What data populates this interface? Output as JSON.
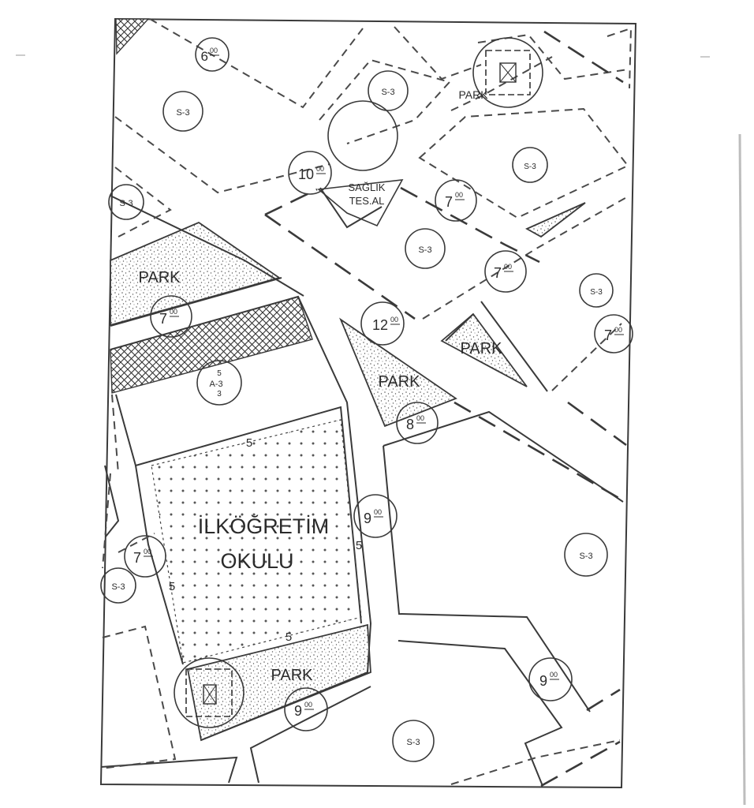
{
  "map": {
    "zones_s3": [
      "S-3",
      "S-3",
      "S-3",
      "S-3",
      "S-3",
      "S-3",
      "S-3",
      "S-3",
      "S-3"
    ],
    "zone_a3": {
      "top": "5",
      "mid": "A-3",
      "bottom": "3"
    },
    "parks": [
      "PARK",
      "PARK",
      "PARK",
      "PARK",
      "PARK"
    ],
    "school": {
      "line1": "İLKÖĞRETİM",
      "line2": "OKULU"
    },
    "health": {
      "line1": "SAĞLIK",
      "line2": "TES.AL"
    },
    "setbacks": [
      "5",
      "5",
      "5",
      "5"
    ],
    "road_widths": [
      {
        "main": "6",
        "sup": "00"
      },
      {
        "main": "10",
        "sup": "00"
      },
      {
        "main": "7",
        "sup": "00"
      },
      {
        "main": "7",
        "sup": "00"
      },
      {
        "main": "7",
        "sup": "00"
      },
      {
        "main": "12",
        "sup": "00"
      },
      {
        "main": "7",
        "sup": "00"
      },
      {
        "main": "8",
        "sup": "00"
      },
      {
        "main": "9",
        "sup": "00"
      },
      {
        "main": "7",
        "sup": "00"
      },
      {
        "main": "9",
        "sup": "00"
      },
      {
        "main": "9",
        "sup": "00"
      }
    ],
    "colors": {
      "line": "#3a3a3a",
      "paper": "#ffffff",
      "stipple": "#5a5a5a"
    }
  }
}
